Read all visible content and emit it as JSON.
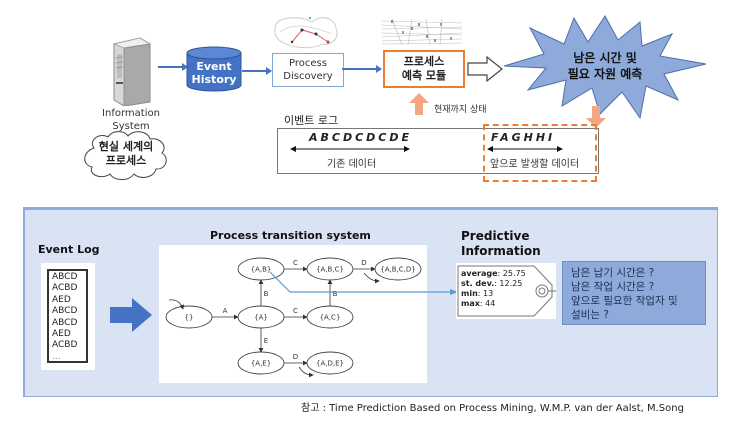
{
  "top": {
    "information_system": {
      "label_line1": "Information",
      "label_line2": "System"
    },
    "cloud": {
      "line1": "현실 세계의",
      "line2": "프로세스"
    },
    "event_history": {
      "line1": "Event",
      "line2": "History"
    },
    "process_discovery": {
      "line1": "Process",
      "line2": "Discovery"
    },
    "prediction_module": {
      "line1": "프로세스",
      "line2": "예측 모듈"
    },
    "prediction_result": {
      "line1": "남은 시간 및",
      "line2": "필요 자원 예측"
    },
    "current_state_label": "현재까지 상태",
    "event_log": {
      "title": "이벤트 로그",
      "past_sequence": "ABCDCDCDE",
      "past_label": "기존 데이터",
      "future_sequence": "FAGHHI",
      "future_label": "앞으로 발생할 데이터"
    }
  },
  "bottom": {
    "event_log": {
      "title": "Event Log",
      "traces": [
        "ABCD",
        "ACBD",
        "AED",
        "ABCD",
        "ABCD",
        "AED",
        "ACBD",
        "..."
      ]
    },
    "transition_system": {
      "title": "Process transition system",
      "nodes": [
        {
          "id": "empty",
          "label": "{}"
        },
        {
          "id": "A",
          "label": "{A}"
        },
        {
          "id": "AB",
          "label": "{A,B}"
        },
        {
          "id": "ABC",
          "label": "{A,B,C}"
        },
        {
          "id": "ABCD",
          "label": "{A,B,C,D}"
        },
        {
          "id": "AC",
          "label": "{A,C}"
        },
        {
          "id": "AE",
          "label": "{A,E}"
        },
        {
          "id": "ADE",
          "label": "{A,D,E}"
        }
      ],
      "edges": [
        {
          "from": "empty",
          "to": "A",
          "label": "A"
        },
        {
          "from": "A",
          "to": "AB",
          "label": "B"
        },
        {
          "from": "A",
          "to": "AC",
          "label": "C"
        },
        {
          "from": "A",
          "to": "AE",
          "label": "E"
        },
        {
          "from": "AB",
          "to": "ABC",
          "label": "C"
        },
        {
          "from": "AC",
          "to": "ABC",
          "label": "B"
        },
        {
          "from": "ABC",
          "to": "ABCD",
          "label": "D"
        },
        {
          "from": "AE",
          "to": "ADE",
          "label": "D"
        }
      ]
    },
    "predictive_info": {
      "title_line1": "Predictive",
      "title_line2": "Information",
      "stats": [
        {
          "key": "average",
          "value": "25.75"
        },
        {
          "key": "st. dev.",
          "value": "12.25"
        },
        {
          "key": "min",
          "value": "13"
        },
        {
          "key": "max",
          "value": "44"
        }
      ]
    },
    "questions": [
      "남은 납기 시간은 ?",
      "남은 작업 시간은 ?",
      "앞으로 필요한 작업자 및",
      "설비는 ?"
    ]
  },
  "reference": "참고 : Time Prediction Based on Process Mining, W.M.P. van der Aalst, M.Song",
  "colors": {
    "accent_blue": "#4472c4",
    "accent_orange": "#ed7d31",
    "panel_bg": "#dae3f3",
    "star_fill": "#8eaadb"
  }
}
